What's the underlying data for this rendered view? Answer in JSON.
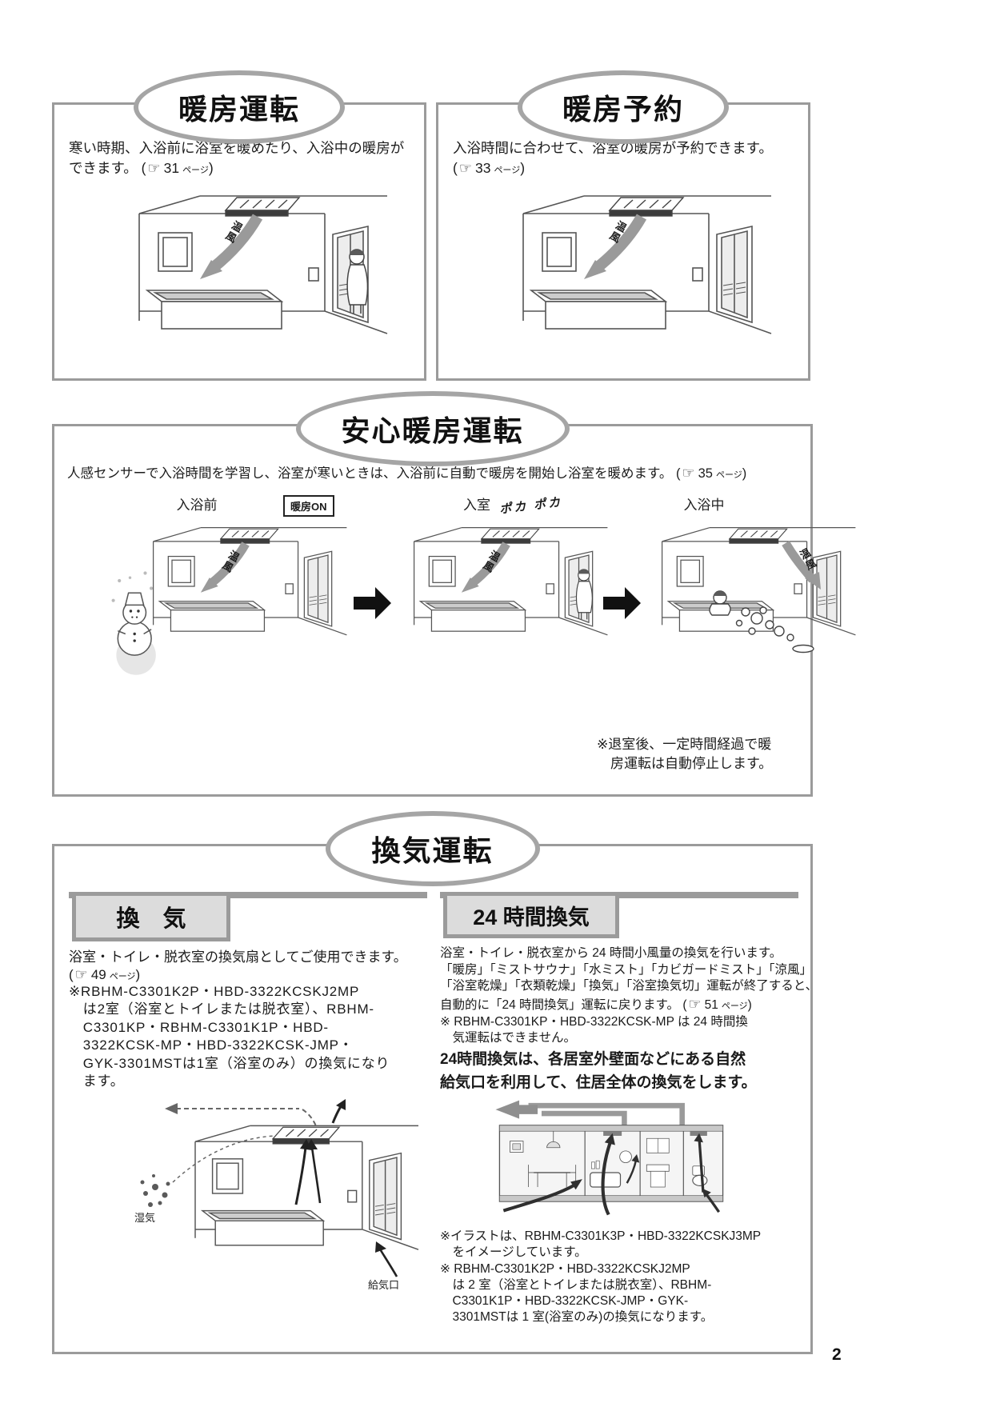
{
  "page": {
    "number": "2"
  },
  "fmt": {
    "open": "(",
    "pointer": "☞",
    "page_unit": "ページ",
    "close": ")"
  },
  "heating": {
    "title": "暖房運転",
    "body": "寒い時期、入浴前に浴室を暖めたり、入浴中の暖房ができます。",
    "ref": "31",
    "warm_air": "温風"
  },
  "reservation": {
    "title": "暖房予約",
    "body": "入浴時間に合わせて、浴室の暖房が予約できます。",
    "ref": "33",
    "warm_air": "温風"
  },
  "auto": {
    "title": "安心暖房運転",
    "body": "人感センサーで入浴時間を学習し、浴室が寒いときは、入浴前に自動で暖房を開始し浴室を暖めます。",
    "ref": "35",
    "stage_labels": [
      "入浴前",
      "入室",
      "入浴中"
    ],
    "heater_on": "暖房ON",
    "poka": "ポカ ポカ",
    "warm_air": "温風",
    "note": [
      "※退室後、一定時間経過で暖",
      "　房運転は自動停止します。"
    ]
  },
  "vent": {
    "title": "換気運転",
    "fan": {
      "header": "換　気",
      "body": "浴室・トイレ・脱衣室の換気扇としてご使用できます。",
      "ref": "49",
      "notes": [
        "※RBHM-C3301K2P・HBD-3322KCSKJ2MP",
        "　は2室（浴室とトイレまたは脱衣室）、RBHM-",
        "　C3301KP・RBHM-C3301K1P・HBD-",
        "　3322KCSK-MP・HBD-3322KCSK-JMP・",
        "　GYK-3301MSTは1室（浴室のみ）の換気になり",
        "　ます。"
      ],
      "moisture": "湿気",
      "inlet": "給気口"
    },
    "h24": {
      "header": "24 時間換気",
      "lines": [
        "浴室・トイレ・脱衣室から 24 時間小風量の換気を行います。",
        "「暖房」「ミストサウナ」「水ミスト」「カビガードミスト」「涼風」",
        "「浴室乾燥」「衣類乾燥」「換気」「浴室換気切」運転が終了すると、"
      ],
      "last": "自動的に「24 時間換気」運転に戻ります。",
      "ref": "51",
      "note1": [
        "※ RBHM-C3301KP・HBD-3322KCSK-MP は 24 時間換",
        "　気運転はできません。"
      ],
      "highlight": [
        "24時間換気は、各居室外壁面などにある自然",
        "給気口を利用して、住居全体の換気をします。"
      ],
      "note2": [
        "※イラストは、RBHM-C3301K3P・HBD-3322KCSKJ3MP",
        "　をイメージしています。",
        "※ RBHM-C3301K2P・HBD-3322KCSKJ2MP",
        "　は 2 室（浴室とトイレまたは脱衣室）、RBHM-",
        "　C3301K1P・HBD-3322KCSK-JMP・GYK-",
        "　3301MSTは 1 室(浴室のみ)の換気になります。"
      ]
    }
  }
}
